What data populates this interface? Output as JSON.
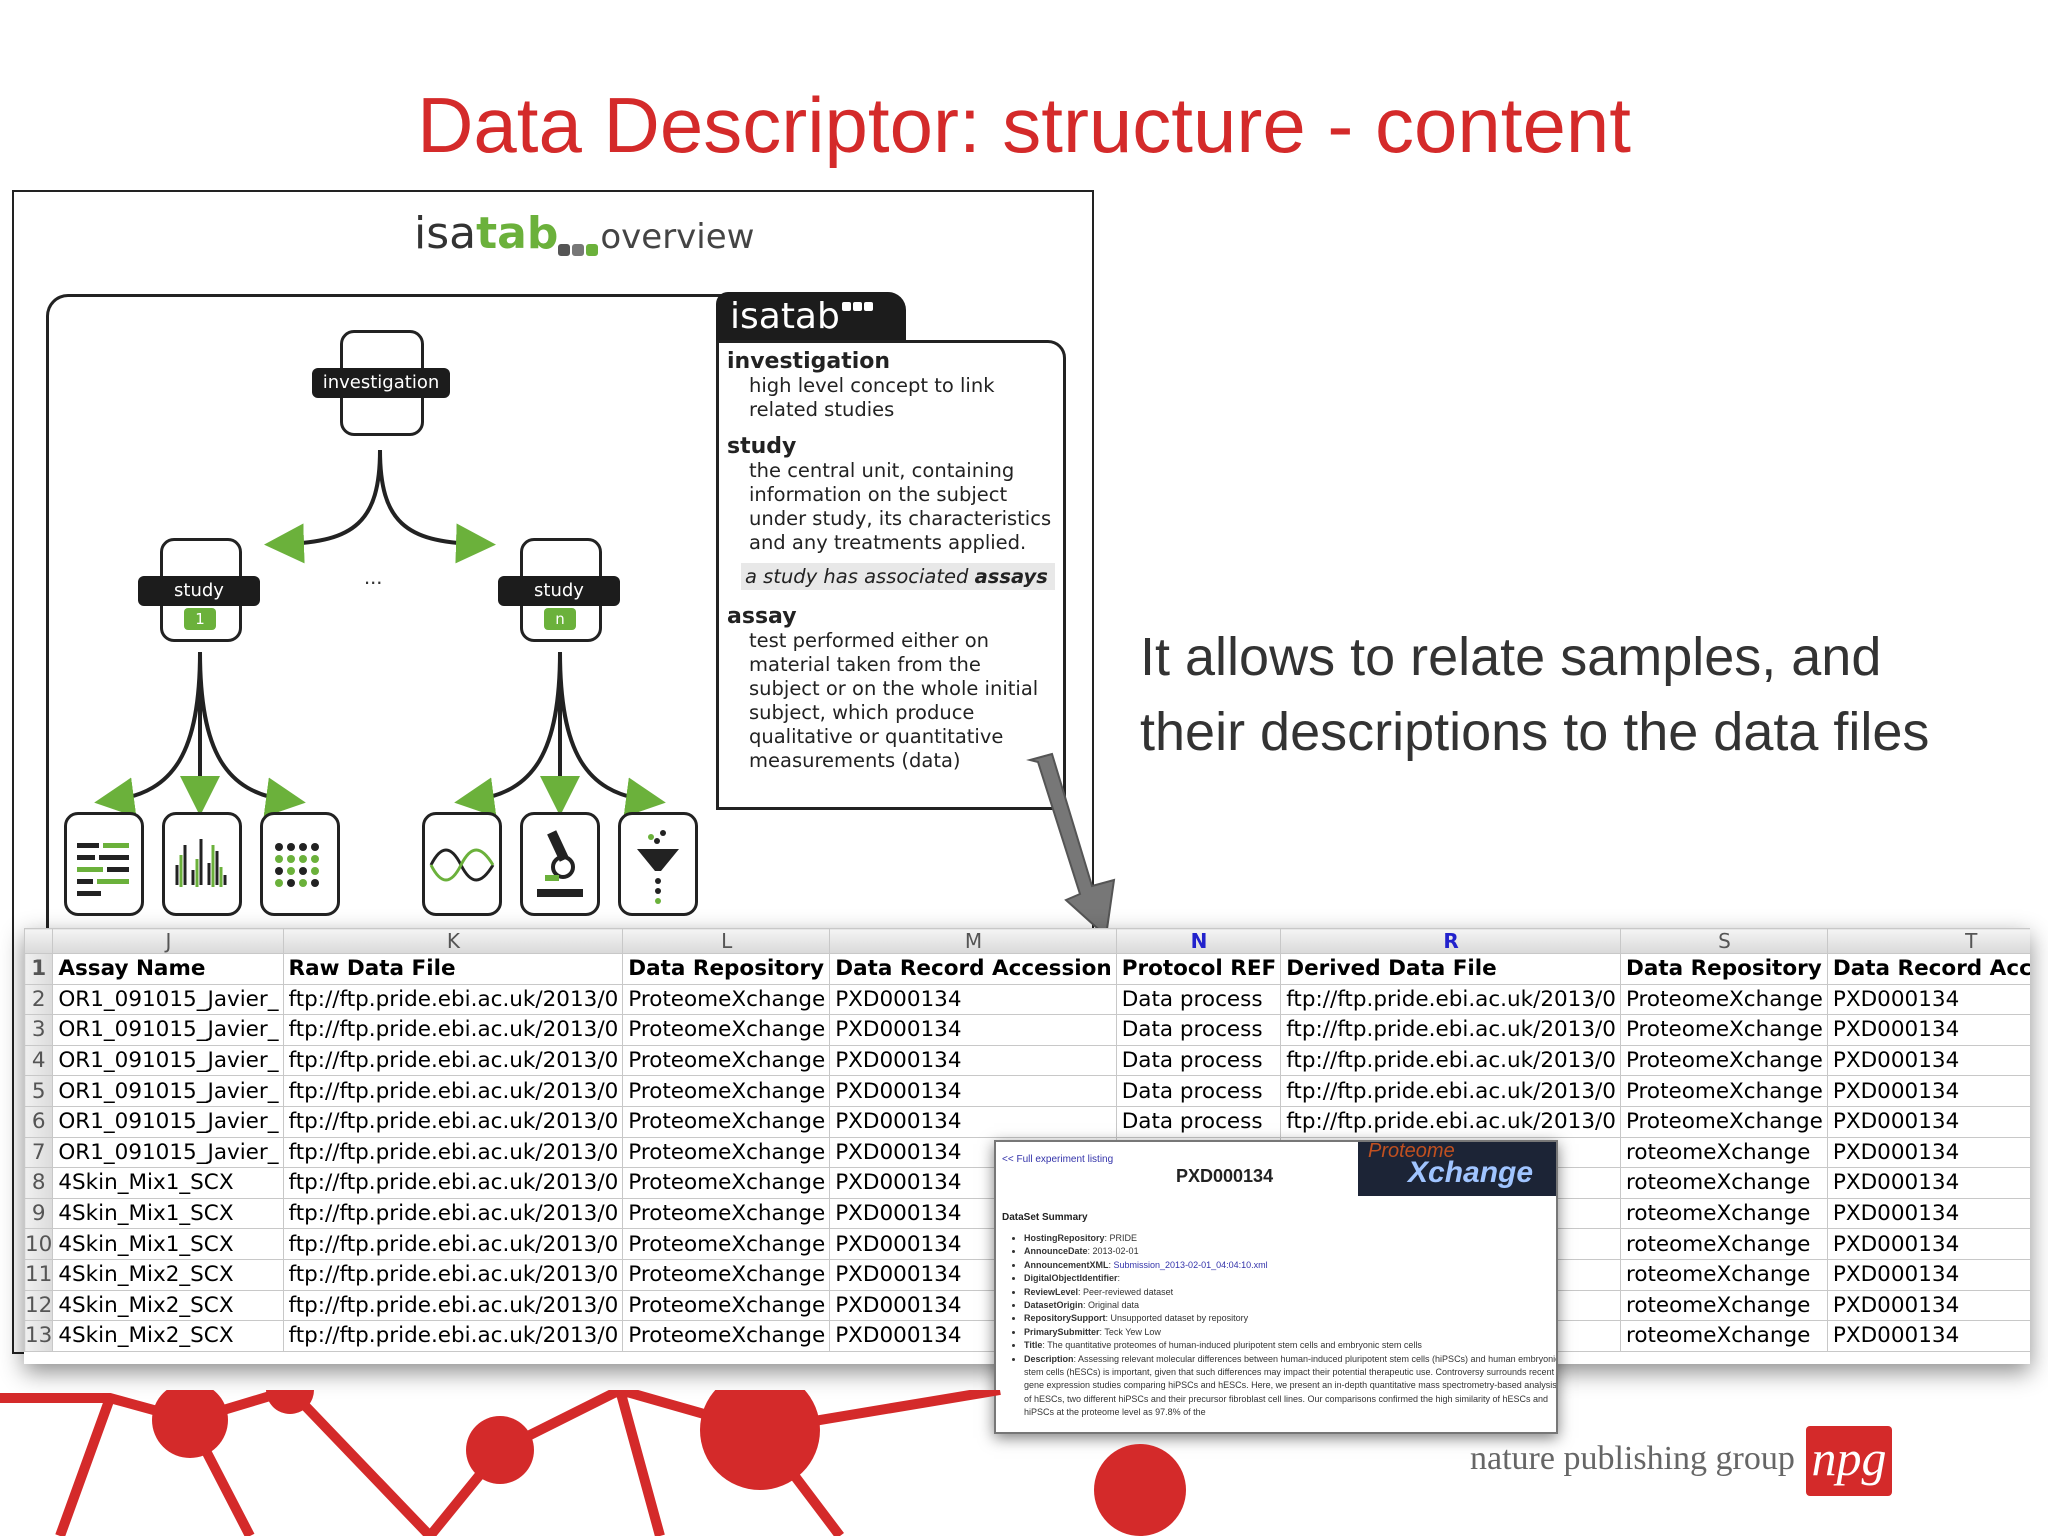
{
  "slide": {
    "title": "Data Descriptor: structure - content",
    "subtitle_line1": "It allows to relate samples, and",
    "subtitle_line2": "their descriptions to the data files",
    "footer_text": "nature publishing group",
    "footer_logo": "npg"
  },
  "isa": {
    "logo_isa": "isa",
    "logo_tab": "tab",
    "logo_overview": "overview",
    "panel_tab": "isatab",
    "investigation_node": "investigation",
    "study_node_1": "study",
    "study_badge_1": "1",
    "study_node_n": "study",
    "study_badge_n": "n",
    "ellipsis": "...",
    "investigation_head": "investigation",
    "investigation_text": "high level concept to link related studies",
    "study_head": "study",
    "study_text": "the central unit, containing information on the subject under study, its characteristics and any treatments applied.",
    "study_note_prefix": "a study has associated",
    "study_note_bold": "assays",
    "assay_head": "assay",
    "assay_text": "test performed either on material taken from the subject or on the whole initial subject, which produce qualitative or quantitative measurements (data)",
    "colors": {
      "accent_green": "#6bb13b",
      "dark": "#1c1c1c"
    },
    "assay_icons": [
      "table-icon",
      "spectrum-icon",
      "microarray-icon",
      "sequence-wave-icon",
      "microscope-icon",
      "funnel-icon"
    ]
  },
  "sheet": {
    "columns": [
      "J",
      "K",
      "L",
      "M",
      "N",
      "R",
      "S",
      "T"
    ],
    "headers": [
      "Assay Name",
      "Raw Data File",
      "Data Repository",
      "Data Record Accession",
      "Protocol REF",
      "Derived Data File",
      "Data Repository",
      "Data Record Accession"
    ],
    "row_numbers": [
      "1",
      "2",
      "3",
      "4",
      "5",
      "6",
      "7",
      "8",
      "9",
      "10",
      "11",
      "12",
      "13"
    ],
    "rows": [
      [
        "OR1_091015_Javier_",
        "ftp://ftp.pride.ebi.ac.uk/2013/0",
        "ProteomeXchange",
        "PXD000134",
        "Data process",
        "ftp://ftp.pride.ebi.ac.uk/2013/0",
        "ProteomeXchange",
        "PXD000134"
      ],
      [
        "OR1_091015_Javier_",
        "ftp://ftp.pride.ebi.ac.uk/2013/0",
        "ProteomeXchange",
        "PXD000134",
        "Data process",
        "ftp://ftp.pride.ebi.ac.uk/2013/0",
        "ProteomeXchange",
        "PXD000134"
      ],
      [
        "OR1_091015_Javier_",
        "ftp://ftp.pride.ebi.ac.uk/2013/0",
        "ProteomeXchange",
        "PXD000134",
        "Data process",
        "ftp://ftp.pride.ebi.ac.uk/2013/0",
        "ProteomeXchange",
        "PXD000134"
      ],
      [
        "OR1_091015_Javier_",
        "ftp://ftp.pride.ebi.ac.uk/2013/0",
        "ProteomeXchange",
        "PXD000134",
        "Data process",
        "ftp://ftp.pride.ebi.ac.uk/2013/0",
        "ProteomeXchange",
        "PXD000134"
      ],
      [
        "OR1_091015_Javier_",
        "ftp://ftp.pride.ebi.ac.uk/2013/0",
        "ProteomeXchange",
        "PXD000134",
        "Data process",
        "ftp://ftp.pride.ebi.ac.uk/2013/0",
        "ProteomeXchange",
        "PXD000134"
      ],
      [
        "OR1_091015_Javier_",
        "ftp://ftp.pride.ebi.ac.uk/2013/0",
        "ProteomeXchange",
        "PXD000134",
        "",
        "",
        "roteomeXchange",
        "PXD000134"
      ],
      [
        "4Skin_Mix1_SCX",
        "ftp://ftp.pride.ebi.ac.uk/2013/0",
        "ProteomeXchange",
        "PXD000134",
        "",
        "",
        "roteomeXchange",
        "PXD000134"
      ],
      [
        "4Skin_Mix1_SCX",
        "ftp://ftp.pride.ebi.ac.uk/2013/0",
        "ProteomeXchange",
        "PXD000134",
        "",
        "",
        "roteomeXchange",
        "PXD000134"
      ],
      [
        "4Skin_Mix1_SCX",
        "ftp://ftp.pride.ebi.ac.uk/2013/0",
        "ProteomeXchange",
        "PXD000134",
        "",
        "",
        "roteomeXchange",
        "PXD000134"
      ],
      [
        "4Skin_Mix2_SCX",
        "ftp://ftp.pride.ebi.ac.uk/2013/0",
        "ProteomeXchange",
        "PXD000134",
        "",
        "",
        "roteomeXchange",
        "PXD000134"
      ],
      [
        "4Skin_Mix2_SCX",
        "ftp://ftp.pride.ebi.ac.uk/2013/0",
        "ProteomeXchange",
        "PXD000134",
        "",
        "",
        "roteomeXchange",
        "PXD000134"
      ],
      [
        "4Skin_Mix2_SCX",
        "ftp://ftp.pride.ebi.ac.uk/2013/0",
        "ProteomeXchange",
        "PXD000134",
        "",
        "",
        "roteomeXchange",
        "PXD000134"
      ]
    ]
  },
  "popup": {
    "back_link": "<< Full experiment listing",
    "dataset_id": "PXD000134",
    "logo_top": "Proteome",
    "logo_bottom": "Xchange",
    "summary_heading": "DataSet Summary",
    "items": [
      {
        "key": "HostingRepository",
        "value": "PRIDE"
      },
      {
        "key": "AnnounceDate",
        "value": "2013-02-01"
      },
      {
        "key": "AnnouncementXML",
        "value": "Submission_2013-02-01_04:04:10.xml"
      },
      {
        "key": "DigitalObjectIdentifier",
        "value": ""
      },
      {
        "key": "ReviewLevel",
        "value": "Peer-reviewed dataset"
      },
      {
        "key": "DatasetOrigin",
        "value": "Original data"
      },
      {
        "key": "RepositorySupport",
        "value": "Unsupported dataset by repository"
      },
      {
        "key": "PrimarySubmitter",
        "value": "Teck Yew Low"
      },
      {
        "key": "Title",
        "value": "The quantitative proteomes of human-induced pluripotent stem cells and embryonic stem cells"
      },
      {
        "key": "Description",
        "value": "Assessing relevant molecular differences between human-induced pluripotent stem cells (hiPSCs) and human embryonic stem cells (hESCs) is important, given that such differences may impact their potential therapeutic use. Controversy surrounds recent gene expression studies comparing hiPSCs and hESCs. Here, we present an in-depth quantitative mass spectrometry-based analysis of hESCs, two different hiPSCs and their precursor fibroblast cell lines. Our comparisons confirmed the high similarity of hESCs and hiPSCs at the proteome level as 97.8% of the"
      }
    ]
  }
}
